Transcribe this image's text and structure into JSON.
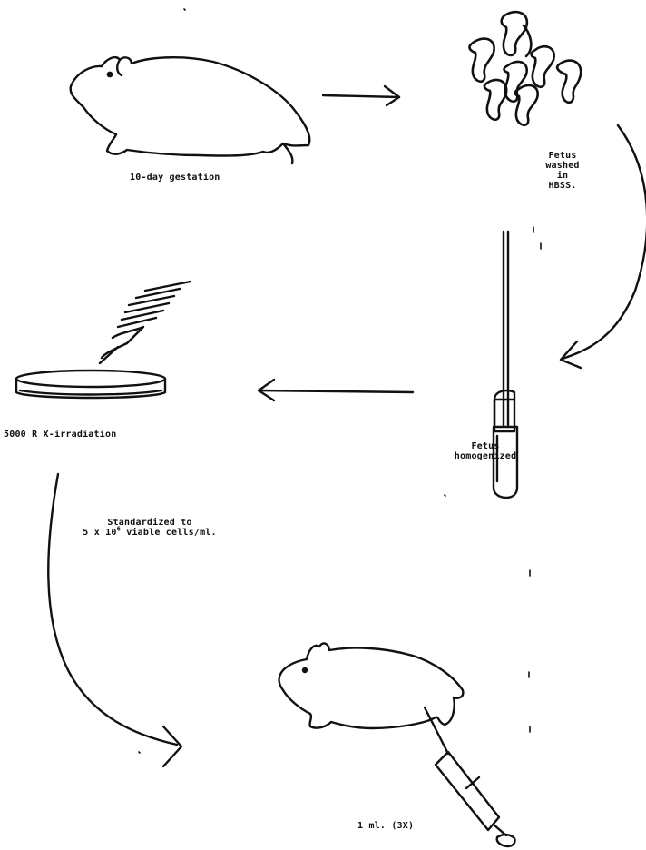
{
  "labels": {
    "gestation": "10-day gestation",
    "fetus_washed": [
      "Fetus",
      "washed",
      "in",
      "HBSS."
    ],
    "irradiation": "5000 R X-irradiation",
    "fetus_homogenized": [
      "Fetus",
      "homogenized"
    ],
    "standardized_line1": "Standardized to",
    "standardized_prefix": "5 x 10",
    "standardized_exp": "6",
    "standardized_suffix": " viable cells/ml.",
    "injection": "1 ml. (3X)"
  },
  "colors": {
    "ink": "#111111",
    "background": "#ffffff"
  }
}
